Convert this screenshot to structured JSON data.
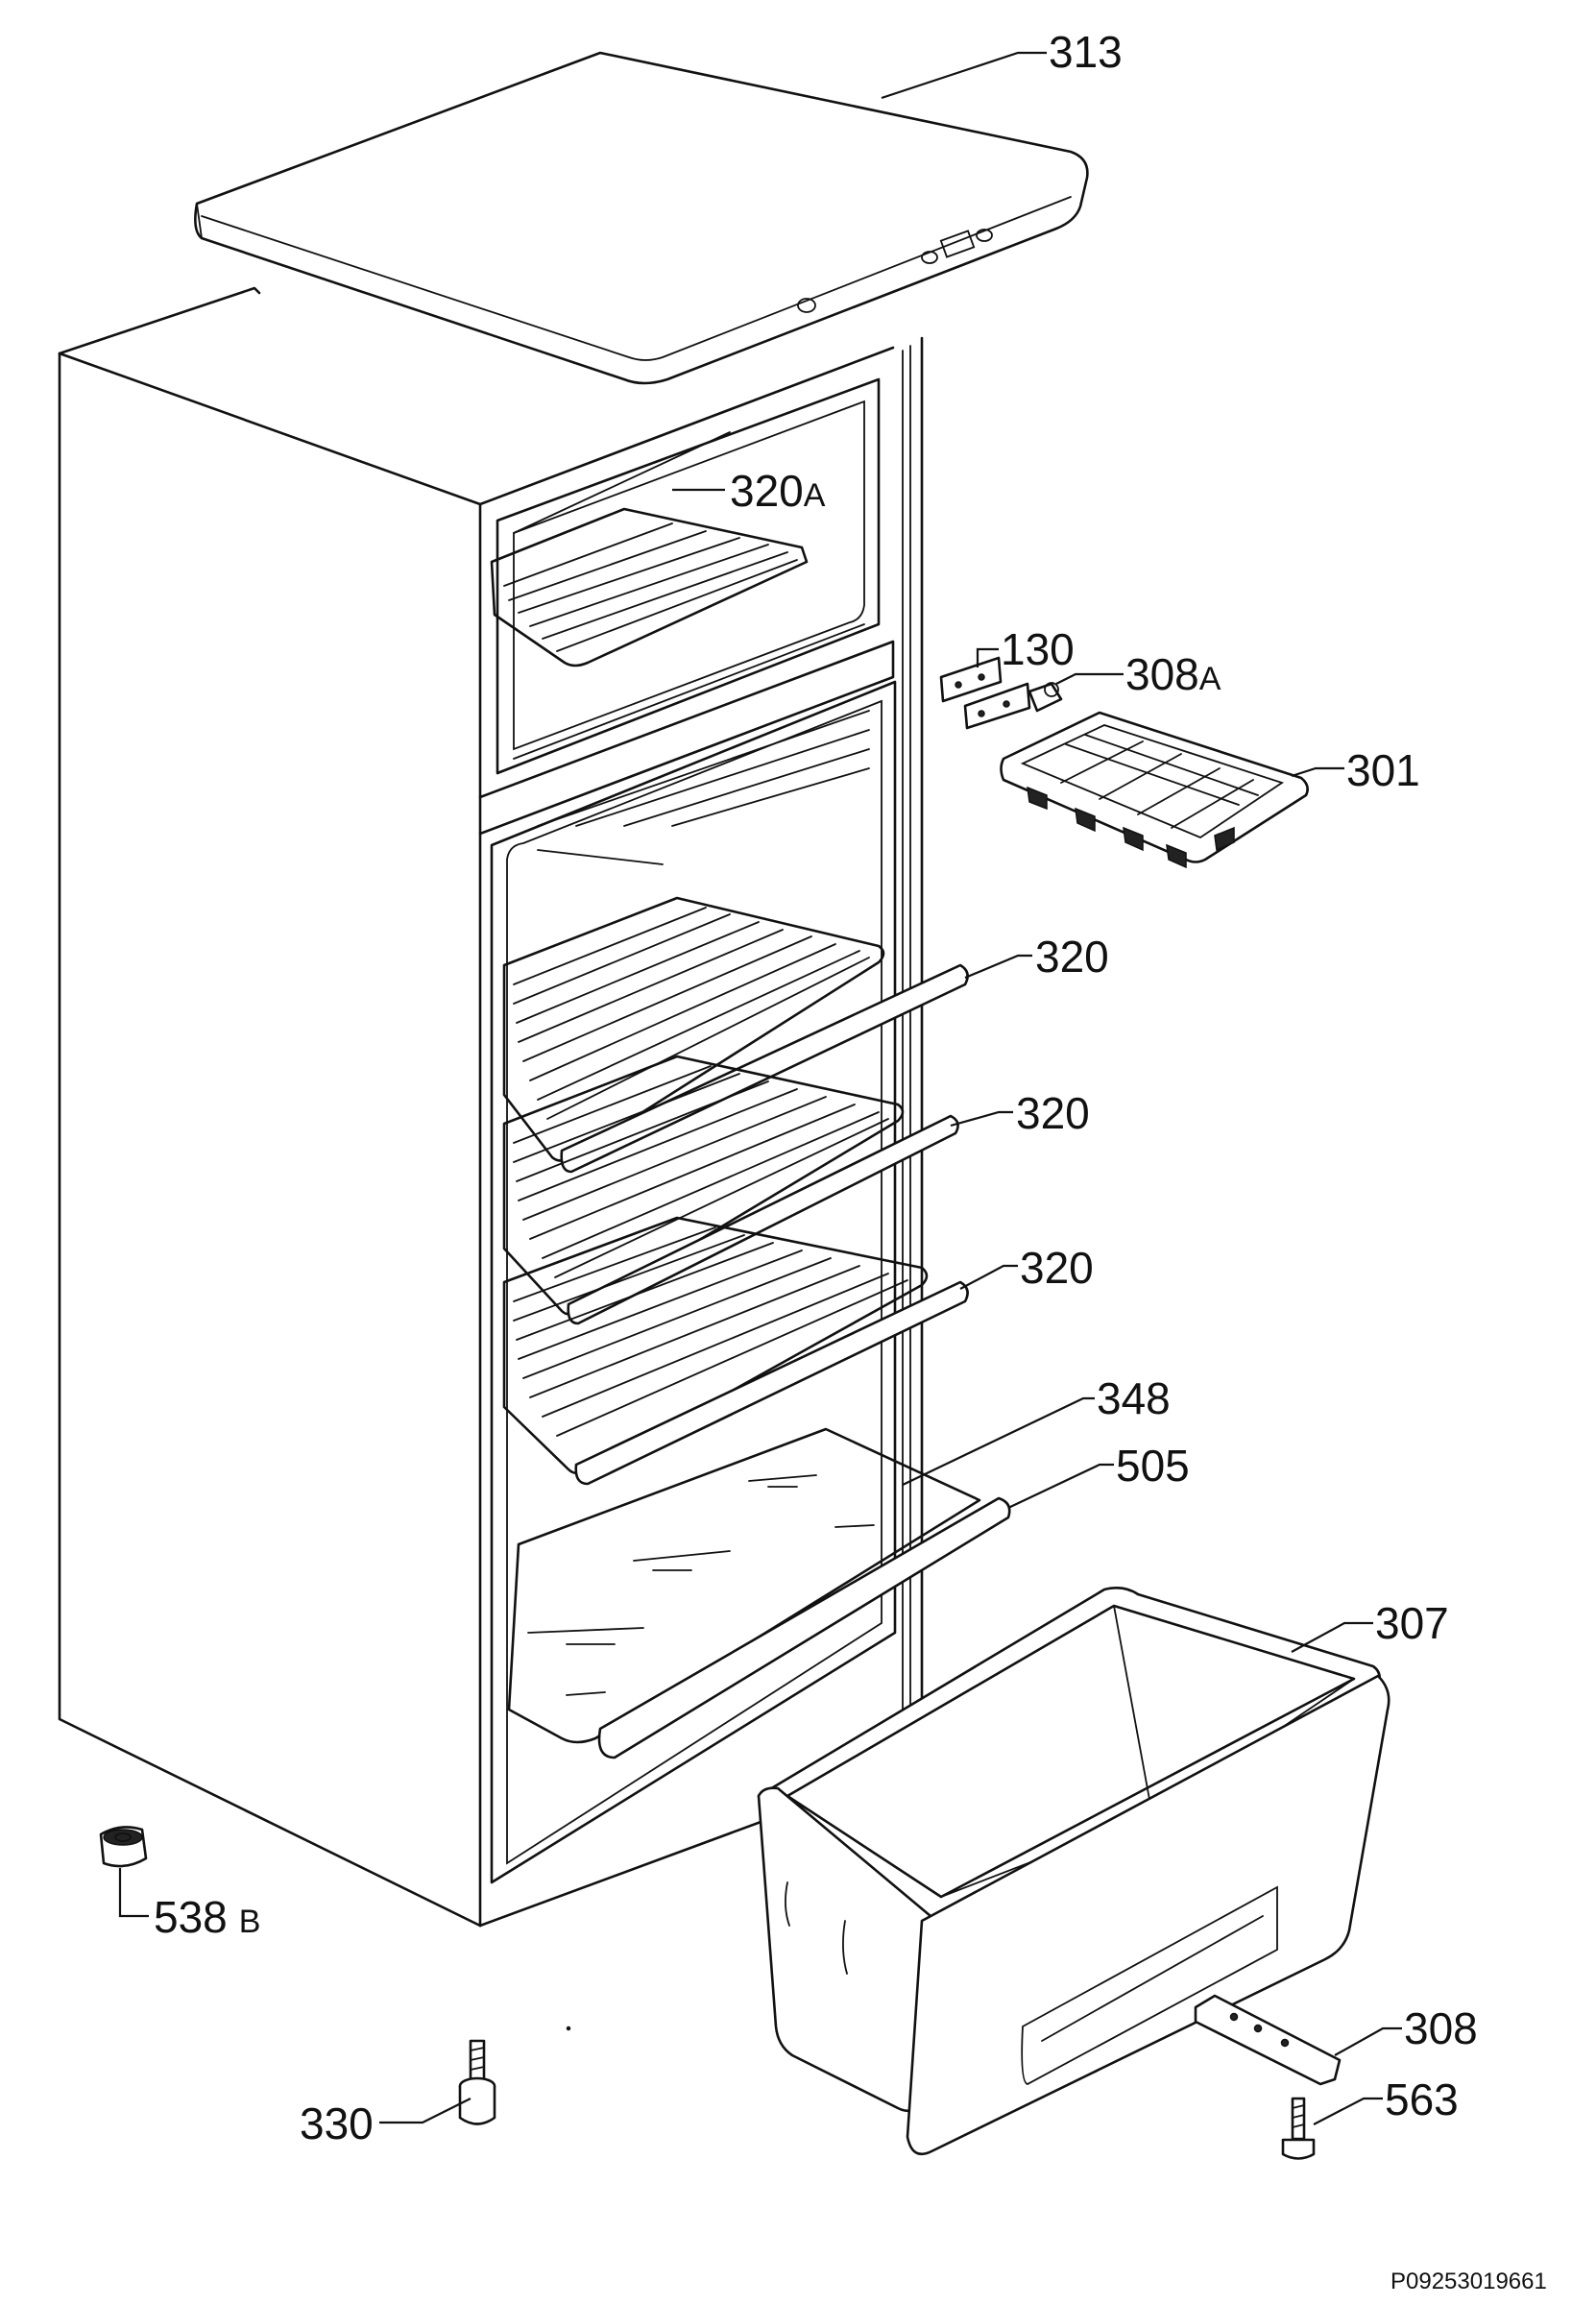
{
  "diagram": {
    "doc_id": "P09253019661",
    "labels": [
      {
        "num": "313",
        "suffix": ""
      },
      {
        "num": "320",
        "suffix": "A"
      },
      {
        "num": "130",
        "suffix": ""
      },
      {
        "num": "308",
        "suffix": "A"
      },
      {
        "num": "301",
        "suffix": ""
      },
      {
        "num": "320",
        "suffix": ""
      },
      {
        "num": "320",
        "suffix": ""
      },
      {
        "num": "320",
        "suffix": ""
      },
      {
        "num": "348",
        "suffix": ""
      },
      {
        "num": "505",
        "suffix": ""
      },
      {
        "num": "307",
        "suffix": ""
      },
      {
        "num": "538",
        "suffix": "B"
      },
      {
        "num": "308",
        "suffix": ""
      },
      {
        "num": "563",
        "suffix": ""
      },
      {
        "num": "330",
        "suffix": ""
      }
    ]
  }
}
